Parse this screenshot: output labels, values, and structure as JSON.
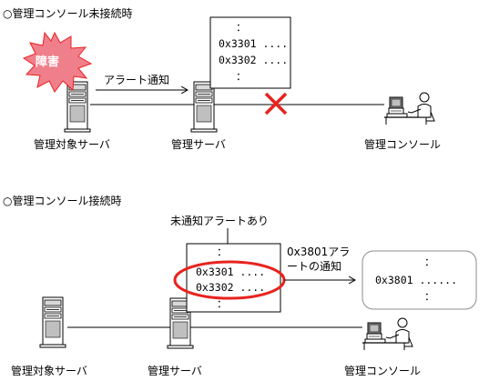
{
  "section1": {
    "title": "○管理コンソール未接続時",
    "badge": "障害",
    "alert_label": "アラート通知",
    "memory": {
      "top_dots": "：",
      "row1": "0x3301 ....",
      "row2": "0x3302 ....",
      "bottom_dots": "："
    },
    "managed_server": "管理対象サーバ",
    "mgmt_server": "管理サーバ",
    "console": "管理コンソール"
  },
  "section2": {
    "title": "○管理コンソール接続時",
    "callout": "未通知アラートあり",
    "memory": {
      "top_dots": "：",
      "row1": "0x3301 ....",
      "row2": "0x3302 ....",
      "bottom_dots": "："
    },
    "notify_line1": "0x3801アラ",
    "notify_line2": "ートの通知",
    "console_box": {
      "top_dots": "：",
      "row": "0x3801 ......",
      "bottom_dots": "："
    },
    "managed_server": "管理対象サーバ",
    "mgmt_server": "管理サーバ",
    "console": "管理コンソール"
  },
  "colors": {
    "alert_red": "#e8231f",
    "burst_pink": "#f07f8c",
    "line": "#000000"
  }
}
